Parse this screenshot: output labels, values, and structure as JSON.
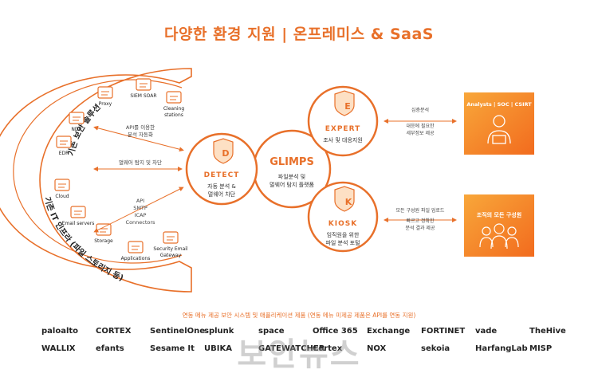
{
  "title": "다양한 환경 지원 | 온프레미스 & SaaS",
  "arc_labels": {
    "top": "기존 보안 솔루션",
    "bottom": "기존 IT 인프라 (파일 스토리지 등)"
  },
  "left_items": [
    {
      "label": "Proxy",
      "icon": "proxy-icon"
    },
    {
      "label": "SIEM SOAR",
      "icon": "siem-soar-icon"
    },
    {
      "label": "Cleaning stations",
      "label_lines": [
        "Cleaning",
        "stations"
      ],
      "icon": "cleaning-station-icon"
    },
    {
      "label": "NDR",
      "icon": "ndr-icon"
    },
    {
      "label": "EDR",
      "icon": "edr-icon"
    },
    {
      "label": "Cloud",
      "icon": "cloud-icon"
    },
    {
      "label": "Email servers",
      "icon": "email-server-icon"
    },
    {
      "label": "Storage",
      "icon": "storage-icon"
    },
    {
      "label": "Applications",
      "icon": "applications-icon"
    },
    {
      "label": "Security Email Gateway",
      "label_lines": [
        "Security Email",
        "Gateway"
      ],
      "icon": "security-email-gateway-icon"
    }
  ],
  "connectors": [
    {
      "lines": [
        "API를 이용한",
        "분석 자동화"
      ]
    },
    {
      "lines": [
        "멀웨어 탐지 및 차단"
      ]
    },
    {
      "lines": [
        "API",
        "SMTP",
        "ICAP",
        "Connectors"
      ]
    }
  ],
  "detect": {
    "name": "DETECT",
    "letter": "D",
    "desc_lines": [
      "자동 분석 &",
      "멀웨어 차단"
    ]
  },
  "glimps": {
    "name": "GLIMPS",
    "desc_lines": [
      "파일분석 및",
      "멀웨어 탐지 플랫폼"
    ]
  },
  "expert": {
    "name": "EXPERT",
    "letter": "E",
    "desc": "조사 및 대응지원"
  },
  "kiosk": {
    "name": "KIOSK",
    "letter": "K",
    "desc_lines": [
      "임직원을 위한",
      "파일 분석 포털"
    ]
  },
  "right_connectors": [
    {
      "lines": [
        "심층분석",
        "",
        "대응에 필요한",
        "세부정보 제공"
      ]
    },
    {
      "lines": [
        "모든 구성원 파일 업로드",
        "",
        "빠르고 정확한",
        "분석 결과 제공"
      ]
    }
  ],
  "targets": [
    {
      "label": "Analysts | SOC | CSIRT",
      "icon": "analyst-icon"
    },
    {
      "label": "조직의 모든 구성원",
      "icon": "team-icon"
    }
  ],
  "partner_caption": "연동 메뉴 제공 보안 시스템 및 애플리케이션 제품 (연동 메뉴 미제공 제품은 API를 연동 지원)",
  "partners_row1": [
    "paloalto",
    "CORTEX",
    "SentinelOne",
    "splunk",
    "space",
    "Office 365",
    "Exchange",
    "FORTINET",
    "vade",
    "TheHive"
  ],
  "partners_row2": [
    "WALLIX",
    "efants",
    "Sesame It",
    "UBIKA",
    "GATEWATCHER",
    "Cortex",
    "NOX",
    "sekoia",
    "HarfangLab",
    "MISP"
  ],
  "watermark": "보안뉴스",
  "colors": {
    "accent": "#e8702a",
    "panel_start": "#f59a2a",
    "panel_end": "#f26b1e"
  }
}
